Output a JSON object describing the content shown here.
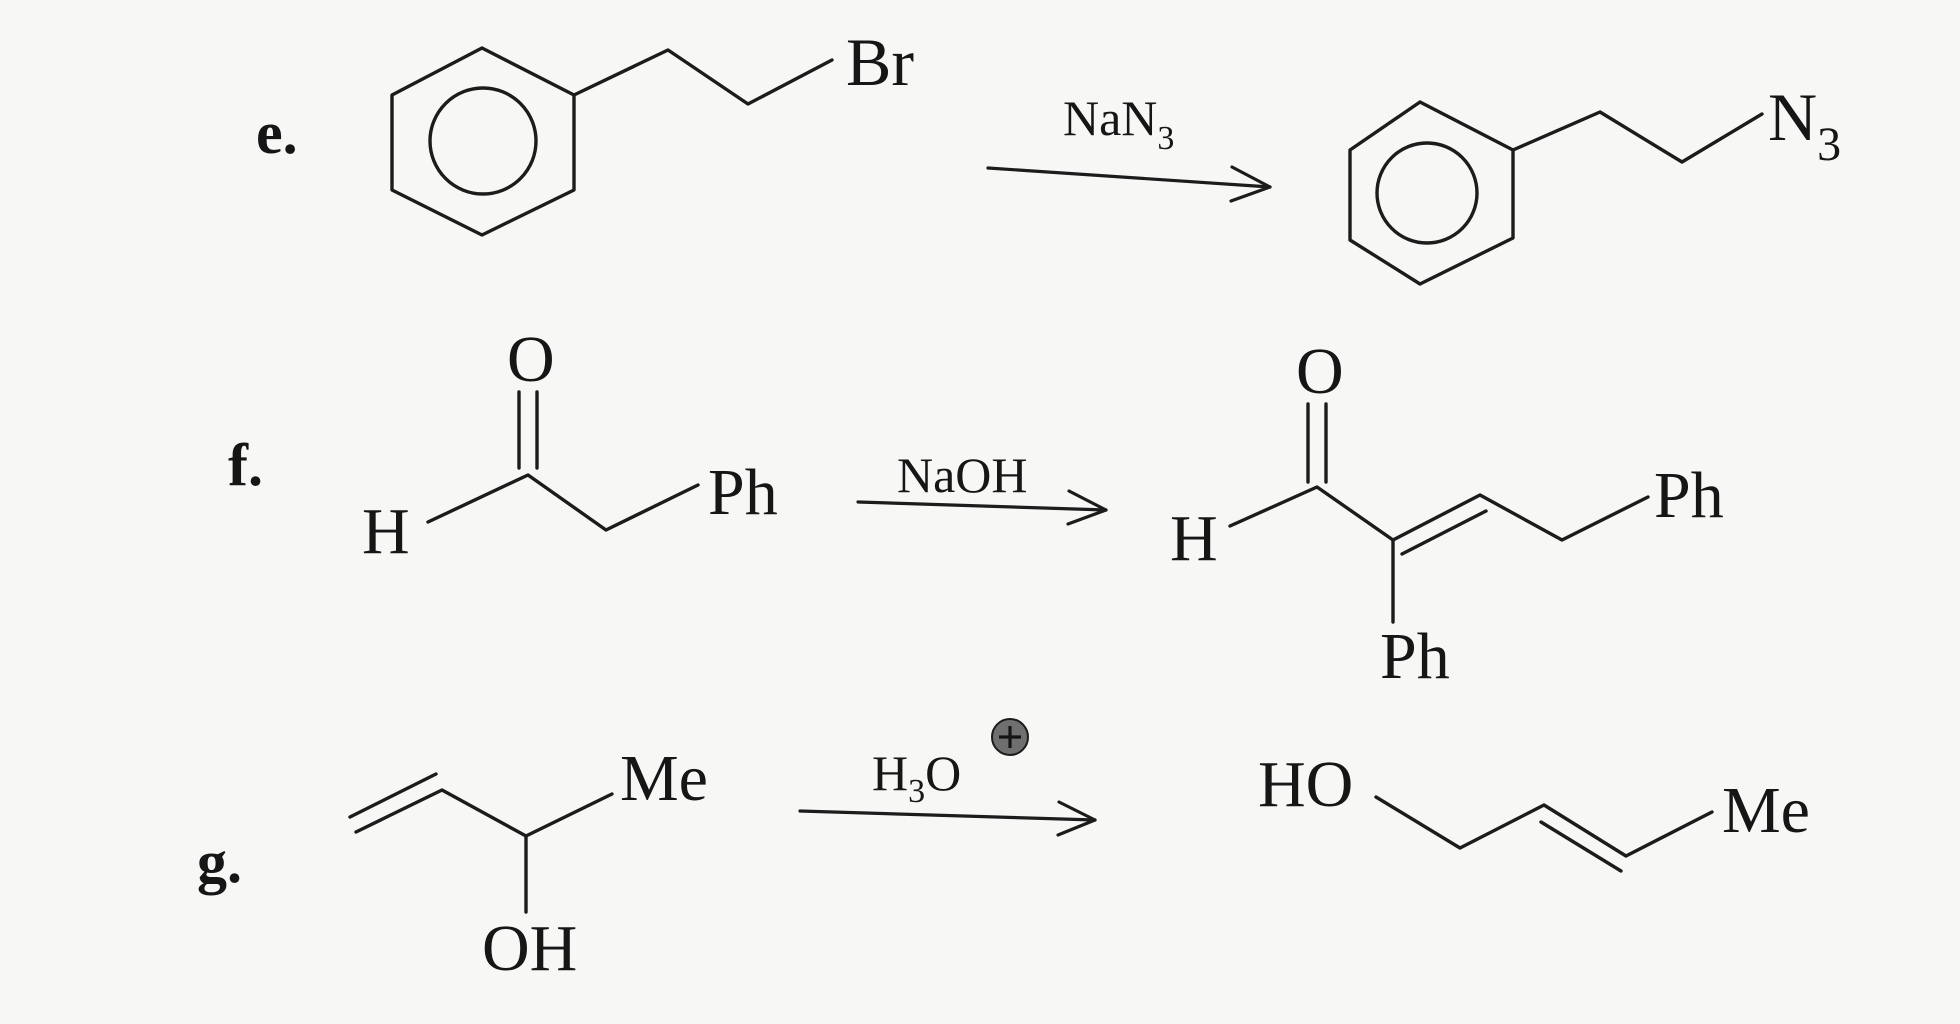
{
  "reactions": [
    {
      "label": "e.",
      "reactant": {
        "substituent": "Br"
      },
      "reagent": {
        "text": "NaN",
        "sub": "3"
      },
      "product": {
        "substituent": "N",
        "sub": "3"
      }
    },
    {
      "label": "f.",
      "reactant": {
        "o": "O",
        "h": "H",
        "ph": "Ph"
      },
      "reagent": {
        "text": "NaOH"
      },
      "product": {
        "o": "O",
        "h": "H",
        "ph1": "Ph",
        "ph2": "Ph"
      }
    },
    {
      "label": "g.",
      "reactant": {
        "me": "Me",
        "oh": "OH"
      },
      "reagent": {
        "text": "H",
        "sub": "3",
        "tail": "O"
      },
      "product": {
        "ho": "HO",
        "me": "Me"
      }
    }
  ]
}
